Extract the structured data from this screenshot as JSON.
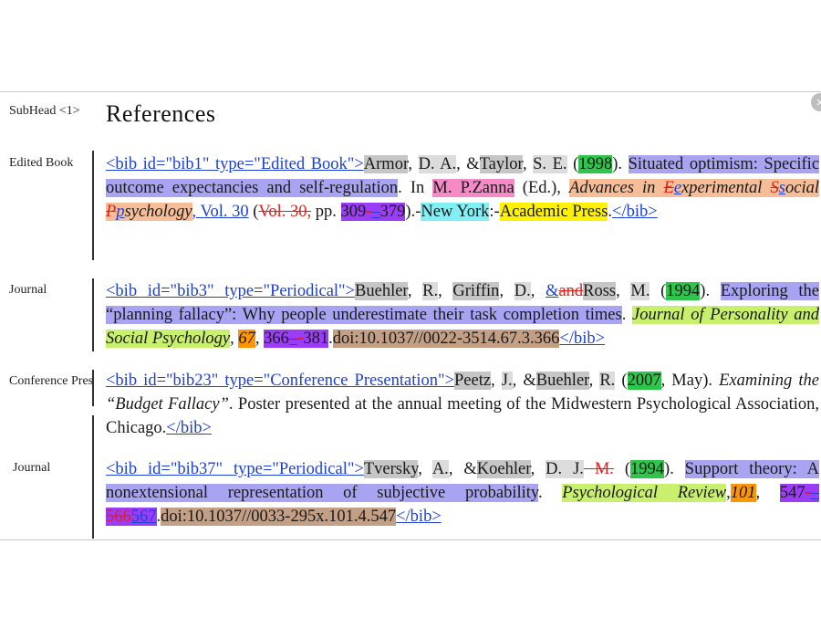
{
  "heading": "References",
  "close_glyph": "×",
  "labels": [
    "SubHead <1>",
    "Edited Book",
    "Journal",
    "Conference Presentation",
    "Journal"
  ],
  "entries": {
    "bib1": {
      "open_tag": "<bib id=\"bib1\" type=\"Edited Book\">",
      "a1_sur": "Armor",
      "a1_ini": "D. A.",
      "amp": "&",
      "a2_sur": "Taylor",
      "a2_ini": "S. E.",
      "year": "1998",
      "title": "Situated optimism: Specific outcome expectancies and self-regulation",
      "in": "In",
      "editor_ini": "M. P.",
      "editor_sur": "Zanna",
      "ed": "(Ed.),",
      "book_title_a": "Advances in ",
      "del_e": "E",
      "ins_e": "e",
      "xperimental": "xperimental ",
      "del_s": "S",
      "ins_s": "s",
      "ocial": "ocial ",
      "del_p": "P",
      "ins_p": "p",
      "sychology": "sychology",
      "ins_vol": ", Vol. 30",
      "del_vol": "Vol. 30,",
      "pp": "pp.",
      "page_start": "309",
      "page_sep_del": "-",
      "page_sep_ins": "–",
      "page_end": "379",
      "city": "New York",
      "publisher": "Academic Press",
      "close_tag": "</bib>"
    },
    "bib3": {
      "open_tag": "<bib id=\"bib3\" type=\"Periodical\">",
      "a1_sur": "Buehler",
      "a1_ini": "R.",
      "a2_sur": "Griffin",
      "a2_ini": "D.",
      "ins_amp": "&",
      "del_and": "and",
      "a3_sur": "Ross",
      "a3_ini": "M.",
      "year": "1994",
      "title": "Exploring the “planning fallacy”: Why people underestimate their task completion times",
      "journal": "Journal of Personality and Social Psychology",
      "volume": "67",
      "page_start": "366",
      "page_sep_ins": "–",
      "page_sep_del": "-",
      "page_end": "381",
      "doi": "doi:10.1037//0022-3514.67.3.366",
      "close_tag": "</bib>"
    },
    "bib23": {
      "open_tag": "<bib  id=\"bib23\"  type=\"Conference  Presentation\">",
      "a1_sur": "Peetz",
      "a1_ini": "J.",
      "amp": "&",
      "a2_sur": "Buehler",
      "a2_ini": "R.",
      "year": "2007",
      "month": "May",
      "title": "Examining the “Budget Fallacy”",
      "desc": "Poster presented at the annual meeting of the Midwestern Psychological Association, Chicago.",
      "close_tag": "</bib>"
    },
    "bib37": {
      "open_tag": "<bib id=\"bib37\" type=\"Periodical\">",
      "a1_sur": "Tversky",
      "a1_ini": "A.",
      "amp": "&",
      "a2_sur": "Koehler",
      "a2_ini": "D. J.",
      "del_m": " M.",
      "year": "1994",
      "title": "Support theory: A nonextensional representation of subjective probability",
      "journal": "Psychological Review",
      "volume": "101",
      "page_start": "547",
      "page_sep_del": "-",
      "page_sep_ins": "–",
      "del_end": "566",
      "ins_end": "567",
      "doi": "doi:10.1037//0033-295x.101.4.547",
      "close_tag": "</bib>"
    }
  },
  "colors": {
    "tag": "#1d3fd6",
    "delete": "#e0201c",
    "author": "#c6c6c6",
    "year": "#2fc44a",
    "title": "#a9a4f2",
    "editor": "#f48ac6",
    "book_title": "#f6bd96",
    "journal": "#c9f06c",
    "volume": "#ff9500",
    "pages": "#9b3df6",
    "city": "#7ff0f3",
    "publisher": "#fff200",
    "doi": "#c3a085"
  }
}
